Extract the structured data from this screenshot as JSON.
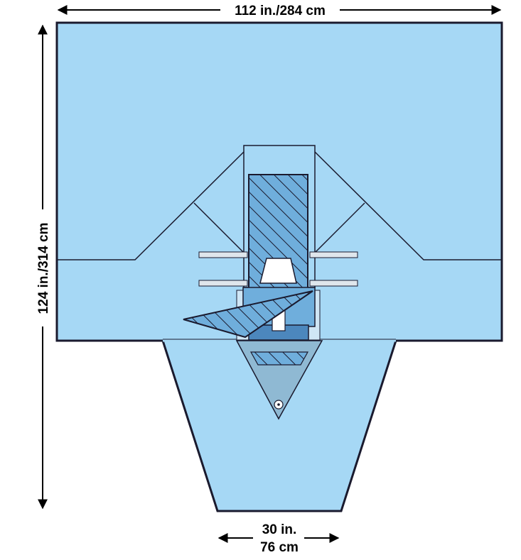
{
  "dimensions": {
    "width_label": "112 in./284 cm",
    "height_label": "124 in./314 cm",
    "bottom_width_in": "30 in.",
    "bottom_width_cm": "76 cm"
  },
  "colors": {
    "drape_fill": "#a6d8f5",
    "outline": "#1a1a2e",
    "panel_mid": "#6faedc",
    "panel_dark": "#4c87bd",
    "pouch": "#8fb9d3",
    "light_panel": "#cfe6f5",
    "bars": "#dfe6ec",
    "dim_line": "#000000"
  }
}
